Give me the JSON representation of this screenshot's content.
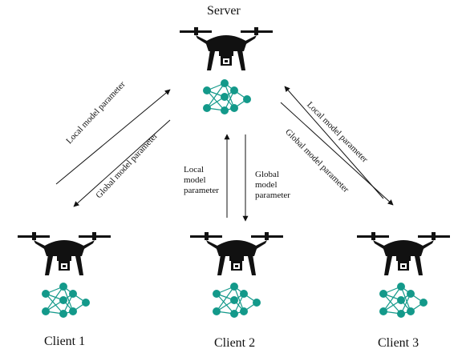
{
  "nodes": {
    "server": {
      "label": "Server"
    },
    "client1": {
      "label": "Client 1"
    },
    "client2": {
      "label": "Client 2"
    },
    "client3": {
      "label": "Client 3"
    }
  },
  "edges": {
    "left": {
      "up_label": "Local model parameter",
      "down_label": "Global model parameter"
    },
    "middle": {
      "up_label": [
        "Local",
        "model",
        "parameter"
      ],
      "down_label": [
        "Global",
        "model",
        "parameter"
      ]
    },
    "right": {
      "up_label": "Local model parameter",
      "down_label": "Global model parameter"
    }
  },
  "icons": {
    "drone": "drone-icon",
    "network": "neural-network-icon"
  },
  "colors": {
    "network_node": "#13998a",
    "ink": "#111111"
  }
}
